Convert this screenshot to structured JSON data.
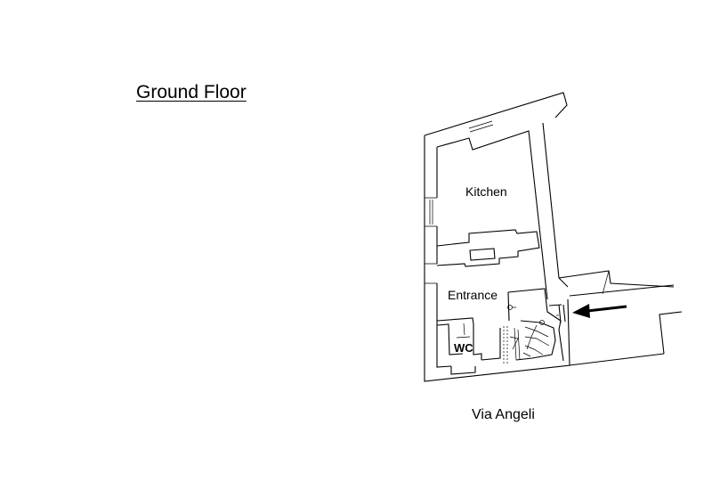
{
  "title": "Ground Floor",
  "rooms": {
    "kitchen": "Kitchen",
    "entrance": "Entrance",
    "wc": "WC"
  },
  "street": "Via Angeli",
  "colors": {
    "line": "#000000",
    "background": "#ffffff"
  }
}
